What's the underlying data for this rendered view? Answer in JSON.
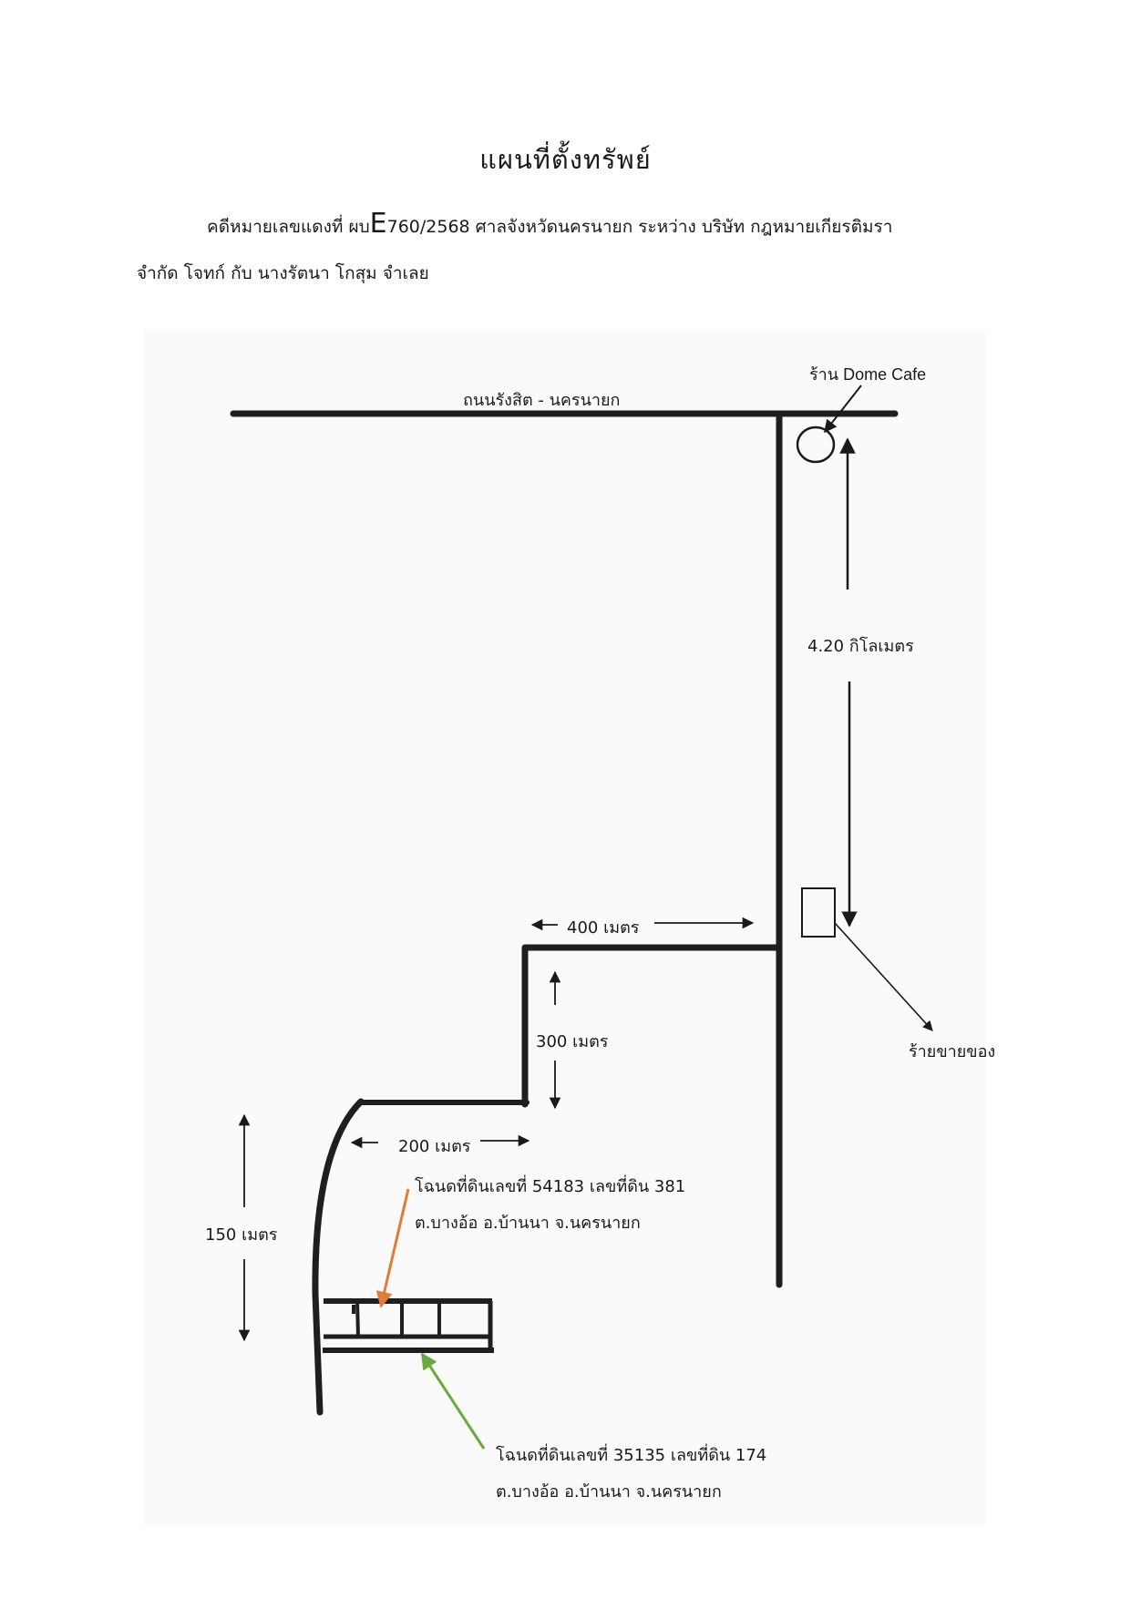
{
  "document": {
    "title": "แผนที่ตั้งทรัพย์",
    "line1_prefix": "คดีหมายเลขแดงที่ ผบ",
    "line1_case_letter": "E",
    "line1_rest": "760/2568  ศาลจังหวัดนครนายก  ระหว่าง บริษัท กฎหมายเกียรติมรา",
    "line2": "จำกัด  โจทก์ กับ นางรัตนา  โกสุม จำเลย"
  },
  "map": {
    "road_label": "ถนนรังสิต - นครนายก",
    "cafe_label": "ร้าน Dome Cafe",
    "distance_4_20": "4.20 กิโลเมตร",
    "shop_label": "ร้ายขายของ",
    "distance_400": "400 เมตร",
    "distance_300": "300 เมตร",
    "distance_200": "200 เมตร",
    "distance_150": "150 เมตร",
    "deed1_line1": "โฉนดที่ดินเลขที่ 54183 เลขที่ดิน 381",
    "deed1_line2": "ต.บางอ้อ อ.บ้านนา จ.นครนายก",
    "deed2_line1": "โฉนดที่ดินเลขที่ 35135 เลขที่ดิน 174",
    "deed2_line2": "ต.บางอ้อ อ.บ้านนา จ.นครนายก",
    "colors": {
      "road": "#1f1f1f",
      "deed1_arrow": "#e07b39",
      "deed2_arrow": "#6aaa3c"
    }
  }
}
